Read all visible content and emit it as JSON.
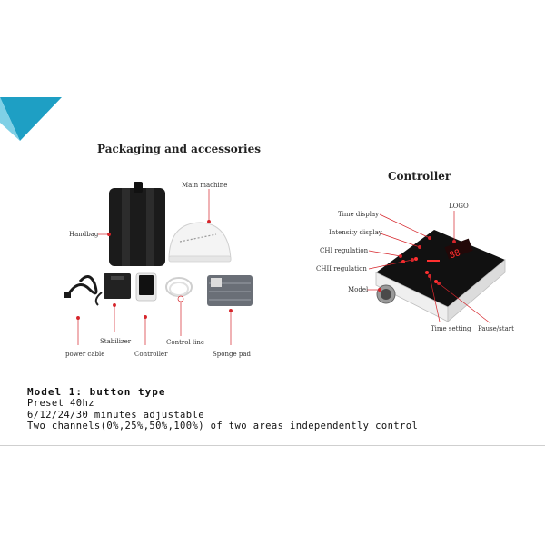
{
  "packaging": {
    "title": "Packaging and accessories",
    "labels": {
      "main_machine": "Main machine",
      "handbag": "Handbag",
      "power_cable": "power cable",
      "stabilizer": "Stabilizer",
      "controller": "Controller",
      "control_line": "Control line",
      "sponge_pad": "Sponge pad"
    }
  },
  "controller": {
    "title": "Controller",
    "labels": {
      "logo": "LOGO",
      "time_display": "Time display",
      "intensity_display": "Intensity display",
      "chi_regulation": "CHI regulation",
      "chii_regulation": "CHII regulation",
      "model": "Model",
      "time_setting": "Time setting",
      "pause_start": "Pause/start"
    },
    "display_digits": "88"
  },
  "model": {
    "title": "Model 1: button type",
    "lines": [
      "Preset 40hz",
      "6/12/24/30 minutes adjustable",
      "Two channels(0%,25%,50%,100%) of two areas independently control"
    ]
  },
  "colors": {
    "accent_teal": "#1e9fc4",
    "marker_red": "#d6252b"
  }
}
